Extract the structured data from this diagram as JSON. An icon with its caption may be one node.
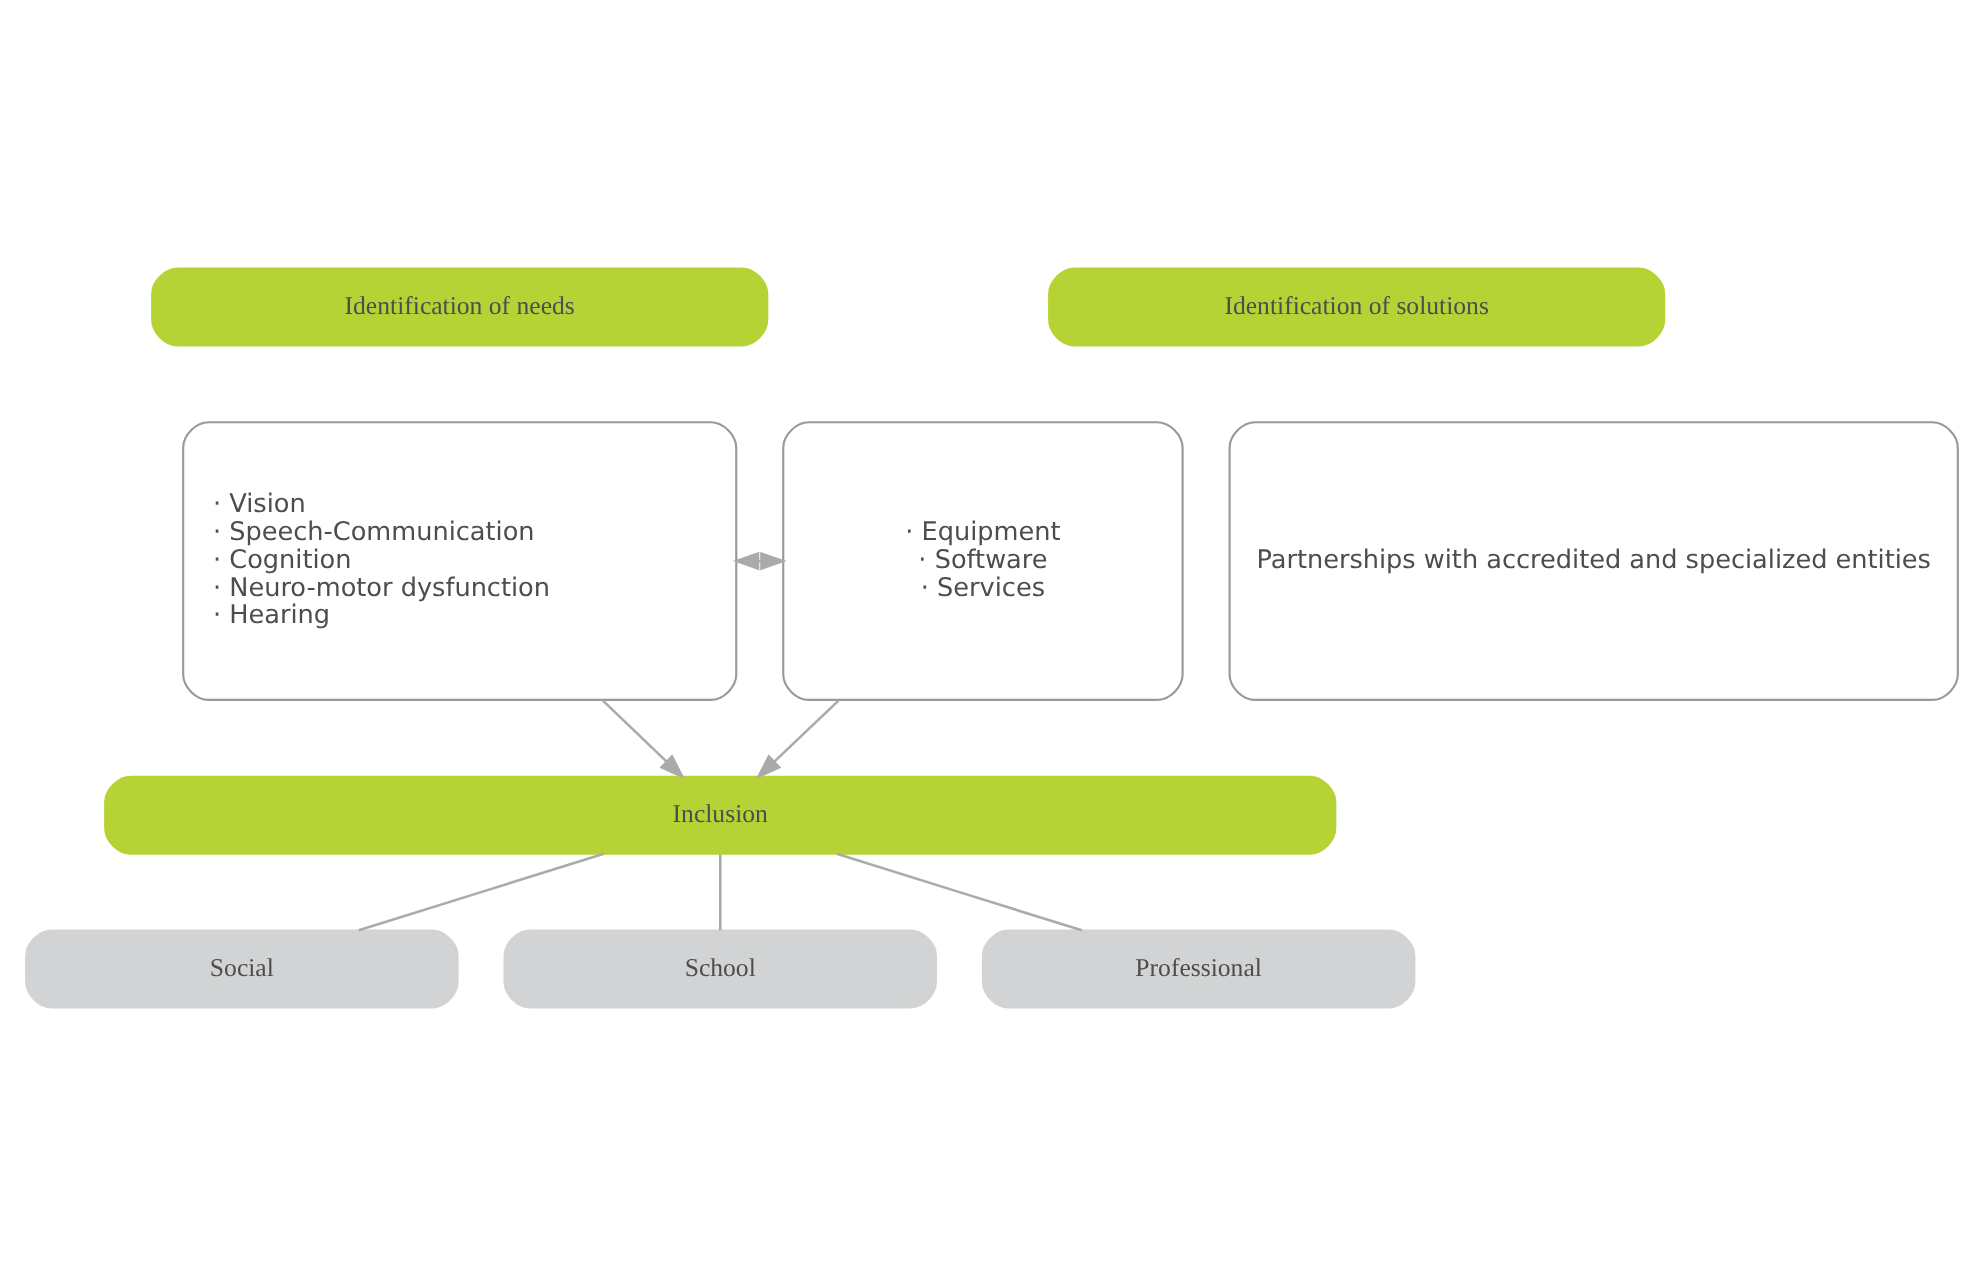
{
  "diagram": {
    "nodes": [
      {
        "text": [
          "Identification of needs"
        ]
      },
      {
        "text": [
          "· Vision",
          "· Speech-Communication",
          "· Cognition",
          "· Neuro-motor dysfunction",
          "· Hearing"
        ]
      },
      {
        "text": [
          "Identification of solutions"
        ]
      },
      {
        "text": [
          "· Equipment",
          "· Software",
          "· Services"
        ]
      },
      {
        "text": [
          "Partnerships with accredited and specialized entities"
        ]
      },
      {
        "text": [
          "Inclusion"
        ]
      },
      {
        "text": [
          "Social"
        ]
      },
      {
        "text": [
          "School"
        ]
      },
      {
        "text": [
          "Professional"
        ]
      }
    ],
    "edges": [
      {
        "from": 1,
        "to": 3,
        "arrow": "both"
      },
      {
        "from": 1,
        "to": 5,
        "arrow": "to"
      },
      {
        "from": 3,
        "to": 5,
        "arrow": "to"
      },
      {
        "from": 5,
        "to": 6,
        "arrow": "none"
      },
      {
        "from": 5,
        "to": 7,
        "arrow": "none"
      },
      {
        "from": 5,
        "to": 8,
        "arrow": "none"
      }
    ]
  }
}
